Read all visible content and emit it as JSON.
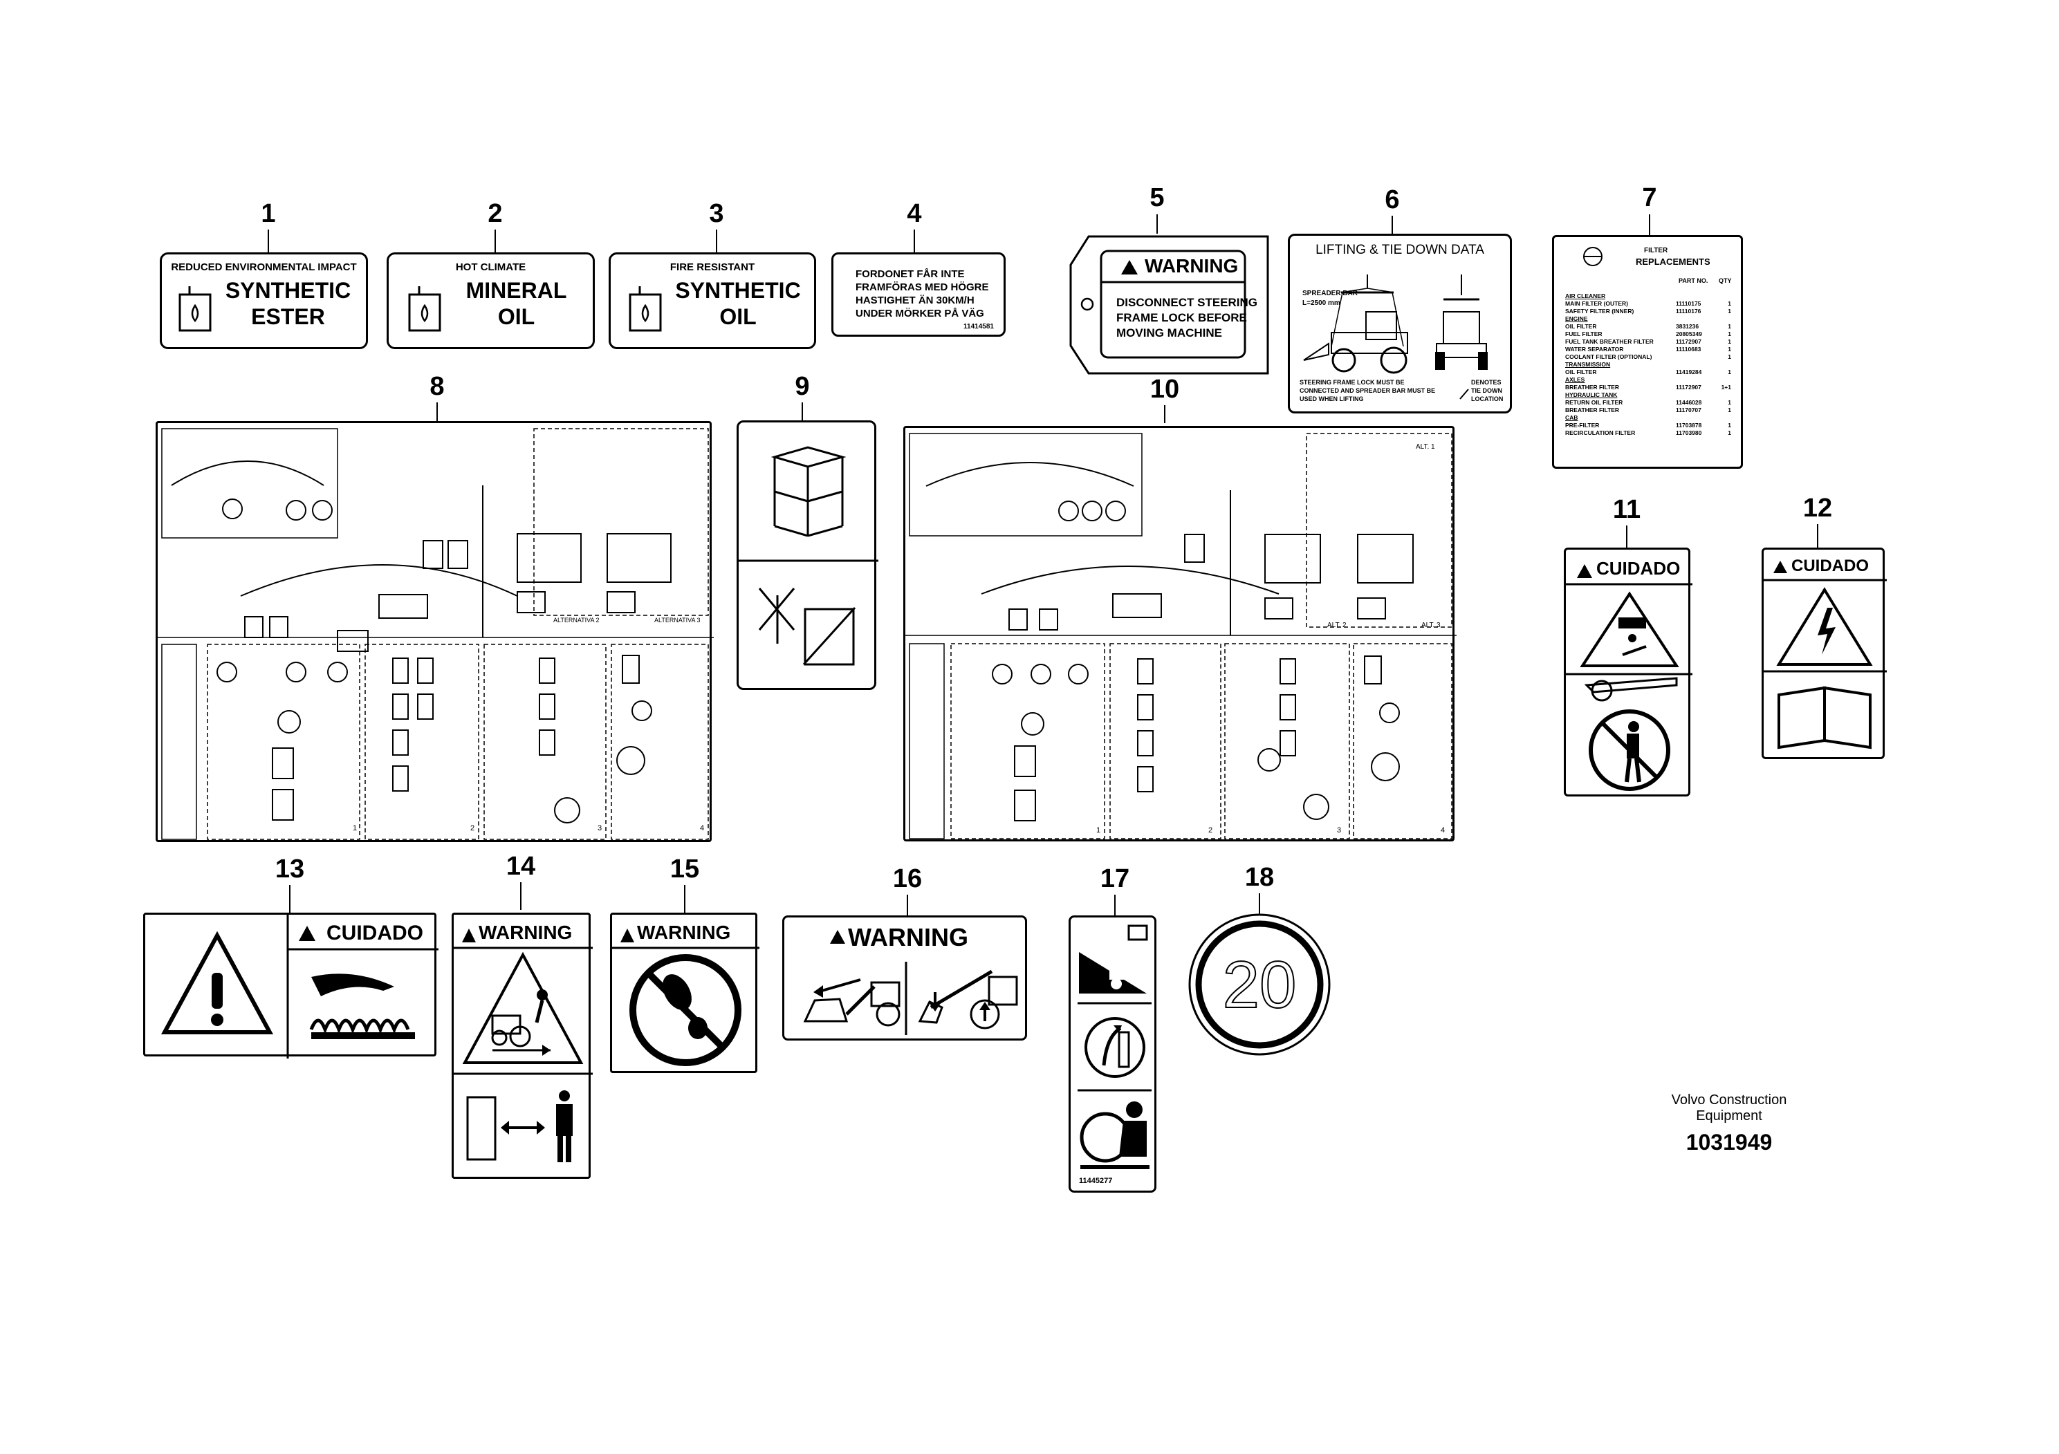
{
  "callouts": [
    "1",
    "2",
    "3",
    "4",
    "5",
    "6",
    "7",
    "8",
    "9",
    "10",
    "11",
    "12",
    "13",
    "14",
    "15",
    "16",
    "17",
    "18"
  ],
  "decal1": {
    "top": "REDUCED ENVIRONMENTAL IMPACT",
    "line1": "SYNTHETIC",
    "line2": "ESTER"
  },
  "decal2": {
    "top": "HOT CLIMATE",
    "line1": "MINERAL",
    "line2": "OIL"
  },
  "decal3": {
    "top": "FIRE RESISTANT",
    "line1": "SYNTHETIC",
    "line2": "OIL"
  },
  "decal4": {
    "lines": [
      "FORDONET FÅR INTE",
      "FRAMFÖRAS MED HÖGRE",
      "HASTIGHET ÄN 30KM/H",
      "UNDER MÖRKER PÅ VÄG"
    ],
    "part": "11414581"
  },
  "decal5": {
    "header": "WARNING",
    "lines": [
      "DISCONNECT STEERING",
      "FRAME LOCK BEFORE",
      "MOVING MACHINE"
    ]
  },
  "decal6": {
    "title": "LIFTING & TIE DOWN DATA",
    "spreader": "SPREADER BAR",
    "spreader_len": "L=2500 mm",
    "note_left": "STEERING FRAME LOCK MUST BE CONNECTED AND SPREADER BAR MUST BE USED WHEN LIFTING",
    "note_right": "DENOTES TIE DOWN LOCATION"
  },
  "decal7": {
    "title1": "FILTER",
    "title2": "REPLACEMENTS",
    "col_part": "PART NO.",
    "col_qty": "QTY",
    "rows": [
      [
        "AIR CLEANER",
        "",
        ""
      ],
      [
        "MAIN FILTER (OUTER)",
        "11110175",
        "1"
      ],
      [
        "SAFETY FILTER (INNER)",
        "11110176",
        "1"
      ],
      [
        "ENGINE",
        "",
        ""
      ],
      [
        "OIL FILTER",
        "3831236",
        "1"
      ],
      [
        "FUEL FILTER",
        "20805349",
        "1"
      ],
      [
        "FUEL TANK BREATHER FILTER",
        "11172907",
        "1"
      ],
      [
        "WATER SEPARATOR",
        "11110683",
        "1"
      ],
      [
        "COOLANT FILTER (OPTIONAL)",
        "",
        "1"
      ],
      [
        "TRANSMISSION",
        "",
        ""
      ],
      [
        "OIL FILTER",
        "11419284",
        "1"
      ],
      [
        "AXLES",
        "",
        ""
      ],
      [
        "BREATHER FILTER",
        "11172907",
        "1+1"
      ],
      [
        "HYDRAULIC TANK",
        "",
        ""
      ],
      [
        "RETURN OIL FILTER",
        "11446028",
        "1"
      ],
      [
        "BREATHER FILTER",
        "11170707",
        "1"
      ],
      [
        "CAB",
        "",
        ""
      ],
      [
        "PRE-FILTER",
        "11703878",
        "1"
      ],
      [
        "RECIRCULATION FILTER",
        "11703980",
        "1"
      ]
    ]
  },
  "decal8": {
    "alt2": "ALTERNATIVA 2",
    "alt3": "ALTERNATIVA 3",
    "sections": [
      "1",
      "2",
      "3",
      "4"
    ]
  },
  "decal10": {
    "alt1": "ALT. 1",
    "alt2": "ALT. 2",
    "alt3": "ALT. 3",
    "sections": [
      "1",
      "2",
      "3",
      "4"
    ]
  },
  "caution_label": "CUIDADO",
  "warning_label": "WARNING",
  "decal16_header": "WARNING",
  "decal17_part": "11445277",
  "decal18_speed": "20",
  "footer": {
    "line1": "Volvo Construction",
    "line2": "Equipment",
    "number": "1031949"
  }
}
